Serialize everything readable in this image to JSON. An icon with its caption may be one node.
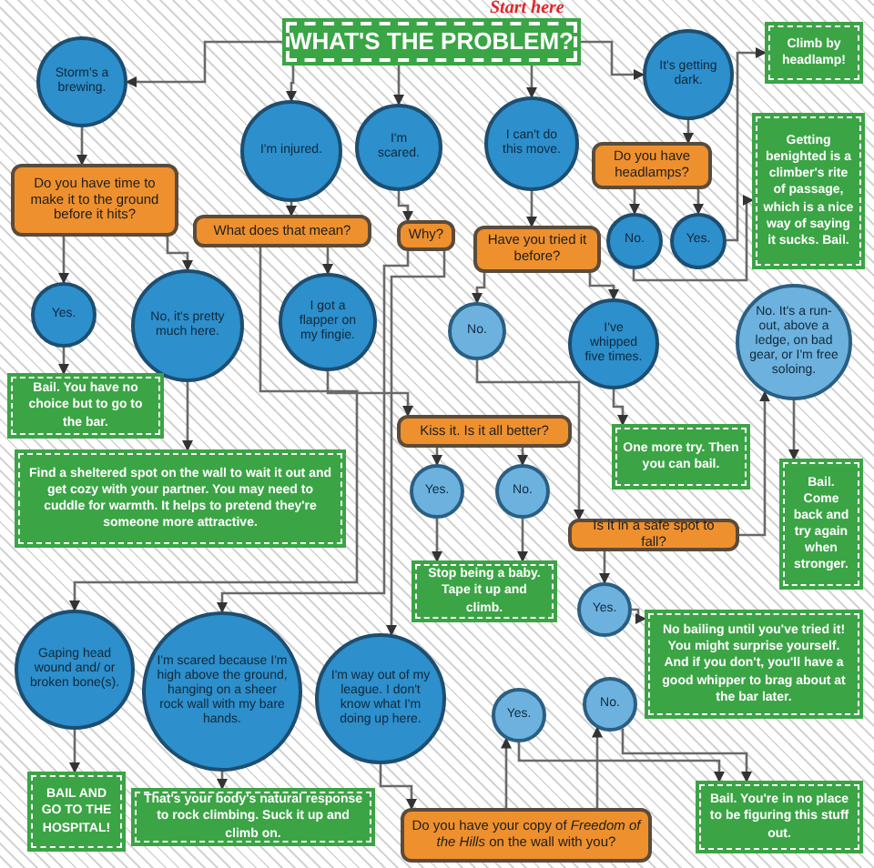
{
  "diagram": {
    "nodes": [
      {
        "text": [
          "WHAT'S THE PROBLEM?"
        ],
        "beside": [
          "Start here"
        ]
      },
      {
        "text": [
          "Storm's a brewing."
        ]
      },
      {
        "text": [
          "Do you have time to make it to the ground before it hits?"
        ]
      },
      {
        "text": [
          "Yes."
        ]
      },
      {
        "text": [
          "No, it's pretty much here."
        ]
      },
      {
        "text": [
          "Bail. You have no choice but to go to the bar."
        ]
      },
      {
        "text": [
          "Find a sheltered spot on the wall to wait it out and get cozy with your partner. You may need to cuddle for warmth. It helps to pretend they're someone more attractive."
        ]
      },
      {
        "text": [
          "I'm injured."
        ]
      },
      {
        "text": [
          "What does that mean?"
        ]
      },
      {
        "text": [
          "I got a flapper on my fingie."
        ]
      },
      {
        "text": [
          "I'm scared."
        ]
      },
      {
        "text": [
          "Why?"
        ]
      },
      {
        "text": [
          "I can't do this move."
        ]
      },
      {
        "text": [
          "Have you tried it before?"
        ]
      },
      {
        "text": [
          "No."
        ]
      },
      {
        "text": [
          "I've whipped five times."
        ]
      },
      {
        "text": [
          "It's getting dark."
        ]
      },
      {
        "text": [
          "Do you have headlamps?"
        ]
      },
      {
        "text": [
          "No."
        ]
      },
      {
        "text": [
          "Yes."
        ]
      },
      {
        "text": [
          "Climb by headlamp!"
        ]
      },
      {
        "text": [
          "Getting benighted is a climber's rite of passage, which is a nice way of saying it sucks. Bail."
        ]
      },
      {
        "text": [
          "No. It's a run-out, above a ledge, on bad gear, or I'm free soloing."
        ]
      },
      {
        "text": [
          "Kiss it. Is it all better?"
        ]
      },
      {
        "text": [
          "Yes."
        ]
      },
      {
        "text": [
          "No."
        ]
      },
      {
        "text": [
          "One more try. Then you can bail."
        ]
      },
      {
        "text": [
          "Stop being a baby. Tape it up and climb."
        ]
      },
      {
        "text": [
          "Is it in a safe spot to fall?"
        ]
      },
      {
        "text": [
          "Bail. Come back and try again when stronger."
        ]
      },
      {
        "text": [
          "Yes."
        ]
      },
      {
        "text": [
          "No bailing until you've tried it! You might surprise yourself. And if you don't, you'll have a good whipper to brag about at the bar later."
        ]
      },
      {
        "text": [
          "No."
        ]
      },
      {
        "text": [
          "Yes."
        ]
      },
      {
        "text": [
          "Gaping head wound and/ or broken bone(s)."
        ]
      },
      {
        "text": [
          "BAIL AND GO TO THE HOSPITAL!"
        ]
      },
      {
        "text": [
          "I'm scared because I'm high above the ground, hanging on a sheer rock wall with my bare hands."
        ]
      },
      {
        "text": [
          "That's your body's natural response to rock climbing. Suck it up and climb on."
        ]
      },
      {
        "text": [
          "I'm way out of my league. I don't know what I'm doing up here."
        ]
      },
      {
        "text": [
          "Do you have your copy of *Freedom of the Hills* on the wall with you?"
        ]
      },
      {
        "text": [
          "Bail. You're in no place to be figuring this stuff out."
        ]
      }
    ],
    "edges": [
      {
        "from": 0,
        "to": 1,
        "arrow": "to"
      },
      {
        "from": 0,
        "to": 7,
        "arrow": "to"
      },
      {
        "from": 0,
        "to": 10,
        "arrow": "to"
      },
      {
        "from": 0,
        "to": 12,
        "arrow": "to"
      },
      {
        "from": 0,
        "to": 16,
        "arrow": "to"
      },
      {
        "from": 1,
        "to": 2,
        "arrow": "to"
      },
      {
        "from": 2,
        "to": 3,
        "arrow": "to"
      },
      {
        "from": 2,
        "to": 4,
        "arrow": "to"
      },
      {
        "from": 3,
        "to": 5,
        "arrow": "to"
      },
      {
        "from": 4,
        "to": 6,
        "arrow": "to"
      },
      {
        "from": 7,
        "to": 8,
        "arrow": "to"
      },
      {
        "from": 8,
        "to": 9,
        "arrow": "to"
      },
      {
        "from": 8,
        "to": 34,
        "arrow": "to"
      },
      {
        "from": 9,
        "to": 23,
        "arrow": "to"
      },
      {
        "from": 23,
        "to": 24,
        "arrow": "to"
      },
      {
        "from": 23,
        "to": 25,
        "arrow": "to"
      },
      {
        "from": 24,
        "to": 27,
        "arrow": "to"
      },
      {
        "from": 25,
        "to": 27,
        "arrow": "to"
      },
      {
        "from": 10,
        "to": 11,
        "arrow": "to"
      },
      {
        "from": 11,
        "to": 36,
        "arrow": "to"
      },
      {
        "from": 11,
        "to": 38,
        "arrow": "to"
      },
      {
        "from": 36,
        "to": 37,
        "arrow": "to"
      },
      {
        "from": 34,
        "to": 35,
        "arrow": "to"
      },
      {
        "from": 12,
        "to": 13,
        "arrow": "to"
      },
      {
        "from": 13,
        "to": 14,
        "arrow": "to"
      },
      {
        "from": 13,
        "to": 15,
        "arrow": "to"
      },
      {
        "from": 15,
        "to": 26,
        "arrow": "to"
      },
      {
        "from": 14,
        "to": 28,
        "arrow": "to"
      },
      {
        "from": 28,
        "to": 30,
        "arrow": "to"
      },
      {
        "from": 28,
        "to": 22,
        "arrow": "to"
      },
      {
        "from": 22,
        "to": 29,
        "arrow": "to"
      },
      {
        "from": 30,
        "to": 31,
        "arrow": "to"
      },
      {
        "from": 16,
        "to": 17,
        "arrow": "to"
      },
      {
        "from": 17,
        "to": 18,
        "arrow": "to"
      },
      {
        "from": 17,
        "to": 19,
        "arrow": "to"
      },
      {
        "from": 19,
        "to": 20,
        "arrow": "to"
      },
      {
        "from": 18,
        "to": 21,
        "arrow": "to"
      },
      {
        "from": 38,
        "to": 39,
        "arrow": "to"
      },
      {
        "from": 39,
        "to": 33,
        "arrow": "to"
      },
      {
        "from": 39,
        "to": 32,
        "arrow": "to"
      },
      {
        "from": 33,
        "to": 40,
        "arrow": "to"
      },
      {
        "from": 32,
        "to": 40,
        "arrow": "to"
      }
    ]
  }
}
